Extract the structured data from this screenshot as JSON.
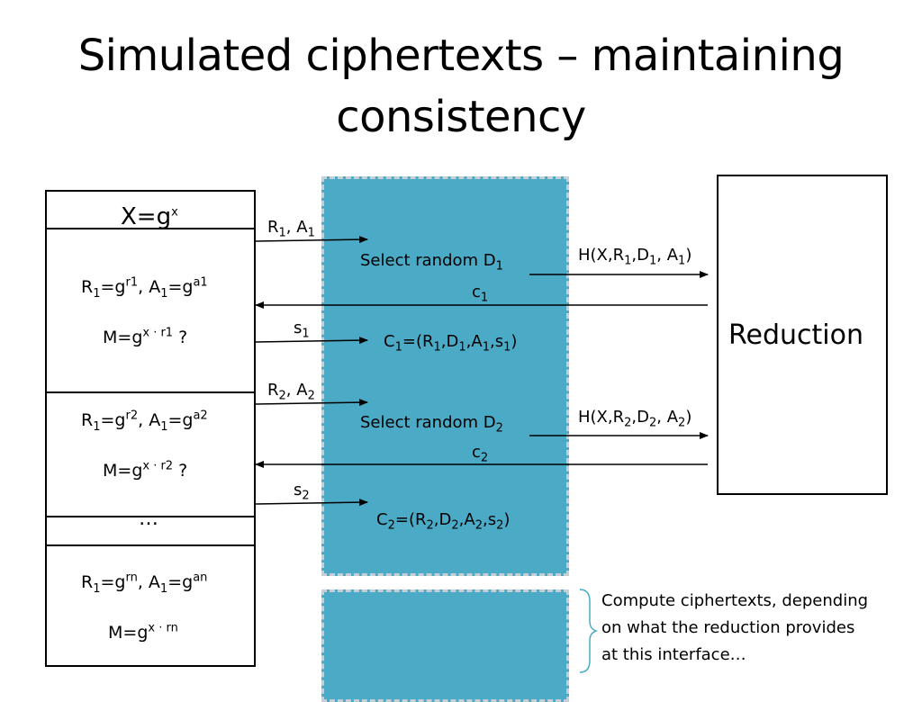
{
  "title": {
    "line1": "Simulated ciphertexts – maintaining",
    "line2": "consistency"
  },
  "left": {
    "header_base": "X=g",
    "header_exp": "x",
    "block1": {
      "eq": {
        "r_base": "R",
        "r_sub": "1",
        "r_g": "=g",
        "r_exp": "r1",
        "sep": ", ",
        "a_base": "A",
        "a_sub": "1",
        "a_g": "=g",
        "a_exp": "a1"
      },
      "m": {
        "base": "M=g",
        "exp": "x · r1",
        "suffix": " ?"
      }
    },
    "block2": {
      "eq": {
        "r_base": "R",
        "r_sub": "1",
        "r_g": "=g",
        "r_exp": "r2",
        "sep": ", ",
        "a_base": "A",
        "a_sub": "1",
        "a_g": "=g",
        "a_exp": "a2"
      },
      "m": {
        "base": "M=g",
        "exp": "x · r2",
        "suffix": " ?"
      }
    },
    "ellipsis": "…",
    "block3": {
      "eq": {
        "r_base": "R",
        "r_sub": "1",
        "r_g": "=g",
        "r_exp": "rn",
        "sep": ", ",
        "a_base": "A",
        "a_sub": "1",
        "a_g": "=g",
        "a_exp": "an"
      },
      "m": {
        "base": "M=g",
        "exp": "x · rn"
      }
    }
  },
  "arrows": {
    "ra1": {
      "r": "R",
      "r_sub": "1",
      "sep": ", ",
      "a": "A",
      "a_sub": "1"
    },
    "s1": {
      "base": "s",
      "sub": "1"
    },
    "ra2": {
      "r": "R",
      "r_sub": "2",
      "sep": ", ",
      "a": "A",
      "a_sub": "2"
    },
    "s2": {
      "base": "s",
      "sub": "2"
    },
    "c1": {
      "base": "c",
      "sub": "1"
    },
    "c2": {
      "base": "c",
      "sub": "2"
    }
  },
  "middle": {
    "select1": {
      "text": "Select random D",
      "sub": "1"
    },
    "select2": {
      "text": "Select random D",
      "sub": "2"
    },
    "cipher1": {
      "p1": "C",
      "s1": "1",
      "p2": "=(R",
      "s2": "1",
      "p3": ",D",
      "s3": "1",
      "p4": ",A",
      "s4": "1",
      "p5": ",s",
      "s5": "1",
      "p6": ")"
    },
    "cipher2": {
      "p1": "C",
      "s1": "2",
      "p2": "=(R",
      "s2": "2",
      "p3": ",D",
      "s3": "2",
      "p4": ",A",
      "s4": "2",
      "p5": ",s",
      "s5": "2",
      "p6": ")"
    }
  },
  "hash": {
    "h1": {
      "p1": "H(X,R",
      "s1": "1",
      "p2": ",D",
      "s2": "1",
      "p3": ", A",
      "s3": "1",
      "p4": ")"
    },
    "h2": {
      "p1": "H(X,R",
      "s1": "2",
      "p2": ",D",
      "s2": "2",
      "p3": ", A",
      "s3": "2",
      "p4": ")"
    }
  },
  "reduction": {
    "label": "Reduction"
  },
  "note": {
    "line1": "Compute ciphertexts, depending",
    "line2": "on what the reduction provides",
    "line3": "at this interface…"
  },
  "colors": {
    "panel": "#4BAAC6",
    "panel_border": "#C6CED6"
  }
}
